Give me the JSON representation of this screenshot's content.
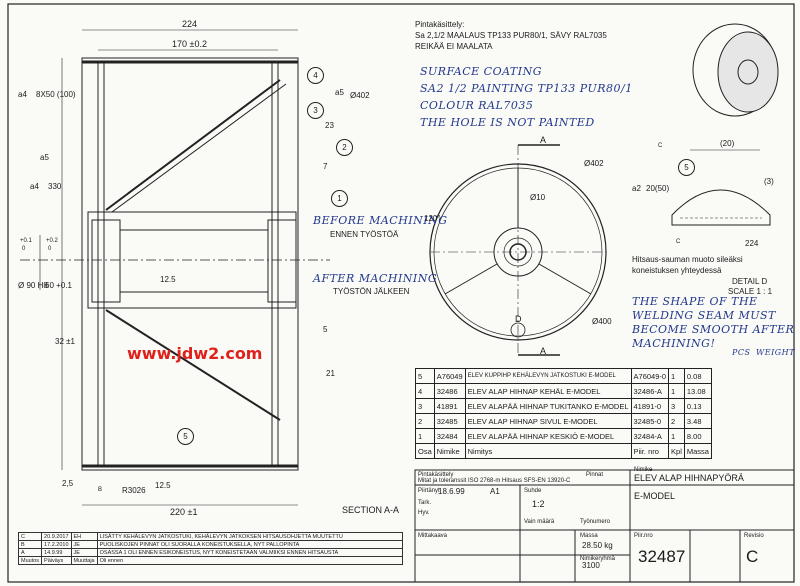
{
  "dimensions": {
    "d224": "224",
    "d170": "170 ±0.2",
    "d23": "23",
    "d7": "7",
    "d5": "5",
    "d21": "21",
    "d32": "32 ±1",
    "d220": "220 ±1",
    "d25": "2,5",
    "d330": "330",
    "d402": "Ø402",
    "d90": "Ø 90 H8",
    "d60": "60 +0.1",
    "d8x50": "8X50 (100)",
    "weld_a4": "a4",
    "weld_a5_top": "a5",
    "weld_a5_left": "a5",
    "weld_a4_left": "a4",
    "tol_plus": "+0.1",
    "tol_zero": "0",
    "tol_plus2": "+0.2",
    "zero2": "0",
    "r125": "12.5",
    "r125b": "12.5",
    "r3026": "R3026"
  },
  "notes": {
    "pinta_title": "Pintakäsittely:",
    "pinta_line1": "Sa 2,1/2 MAALAUS TP133 PUR80/1, SÄVY RAL7035",
    "pinta_line2": "REIKÄÄ EI MAALATA",
    "hand1": "SURFACE COATING",
    "hand2": "SA2 1/2 PAINTING TP133 PUR80/1",
    "hand3": "COLOUR RAL7035",
    "hand4": "THE HOLE IS NOT PAINTED",
    "before_en": "BEFORE MACHINING",
    "before_fi": "ENNEN TYÖSTÖÄ",
    "after_en": "AFTER MACHINING",
    "after_fi": "TYÖSTÖN JÄLKEEN",
    "weld_fi1": "Hitsaus-sauman muoto sileäksi",
    "weld_fi2": "koneistuksen yhteydessä",
    "weld_en1": "THE SHAPE OF THE",
    "weld_en2": "WELDING SEAM MUST",
    "weld_en3": "BECOME SMOOTH AFTER",
    "weld_en4": "MACHINING!",
    "pcs": "PCS",
    "weight": "WEIGHT",
    "section": "SECTION A-A",
    "detail": "DETAIL D",
    "scale": "SCALE 1 : 1",
    "detail_dim20": "(20)",
    "detail_a2": "a2",
    "detail_2050": "20(50)",
    "detail_224": "224",
    "detail_3": "(3)",
    "end_d402": "Ø402",
    "end_d10": "Ø10",
    "end_d400": "Ø400",
    "end_120": "120°",
    "label_a1": "A",
    "label_a2": "A",
    "label_d": "D",
    "label_b": "B",
    "label_c1": "C",
    "label_c2": "C"
  },
  "watermark": "www.jdw2.com",
  "balloons": [
    "1",
    "2",
    "3",
    "4",
    "5",
    "5"
  ],
  "bom": {
    "rows": [
      {
        "pos": "5",
        "code": "A76049",
        "name": "ELEV KUPPIHP KEHÄLEVYN JATKOSTUKI E-MODEL",
        "dwg": "A76049-0",
        "qty": "1",
        "mass": "0.08"
      },
      {
        "pos": "4",
        "code": "32486",
        "name": "ELEV ALAP HIHNAP KEHÄL E-MODEL",
        "dwg": "32486-A",
        "qty": "1",
        "mass": "13.08"
      },
      {
        "pos": "3",
        "code": "41891",
        "name": "ELEV ALAPÄÄ HIHNAP TUKITANKO E-MODEL",
        "dwg": "41891-0",
        "qty": "3",
        "mass": "0.13"
      },
      {
        "pos": "2",
        "code": "32485",
        "name": "ELEV ALAP HIHNAP SIVUL E-MODEL",
        "dwg": "32485-0",
        "qty": "2",
        "mass": "3.48"
      },
      {
        "pos": "1",
        "code": "32484",
        "name": "ELEV ALAPÄÄ HIHNAP KESKIÖ E-MODEL",
        "dwg": "32484-A",
        "qty": "1",
        "mass": "8.00"
      }
    ],
    "header": {
      "pos": "Osa",
      "code": "Nimike",
      "name": "Nimitys",
      "dwg": "Piir. nro",
      "qty": "Kpl",
      "mass": "Massa"
    }
  },
  "title_block": {
    "title1": "ELEV ALAP HIHNAPYÖRÄ",
    "title2": "E-MODEL",
    "date": "18.6.99",
    "size": "A1",
    "scale": "1:2",
    "mass": "28.50 kg",
    "code": "3100",
    "drawing_no": "32487",
    "revision": "C",
    "small1": "Pintakäsittely",
    "small2": "Piirtänyt",
    "small3": "Tark.",
    "small4": "Hyv.",
    "small5": "Nimike",
    "small6": "Massa",
    "small7": "Piir.nro",
    "small8": "Revisio",
    "small9": "Mitat ja toleranssit ISO 2768-m Hitsaus SFS-EN 13920-C",
    "small10": "Pinnat",
    "small11": "Mittakaava",
    "small12": "Suhde",
    "small13": "Vain määrä",
    "small14": "Työnumero",
    "small15": "Nimikeryhmä"
  },
  "revisions": [
    {
      "rev": "C",
      "date": "20.9.2017",
      "by": "EH",
      "text": "LISÄTTY KEHÄLEVYN JATKOSTUKI, KEHÄLEVYN JATKOKSEN HITSAUSOHJETTA MUUTETTU"
    },
    {
      "rev": "B",
      "date": "17.2.2010",
      "by": "JE",
      "text": "PUOLISKOJEN PINNAT OLI SUORALLA KONEISTUKSELLA, NYT PALLOPINTA"
    },
    {
      "rev": "A",
      "date": "14.9.99",
      "by": "JE",
      "text": "OSASSA 1 OLI ENNEN ESIKONEISTUS, NYT KONEISTETAAN VALMIIKSI ENNEN HITSAUSTA"
    },
    {
      "rev": "Muutos",
      "date": "Päiväys",
      "by": "Muuttaja",
      "text": "Oli ennen"
    }
  ],
  "colors": {
    "ink": "#1b1b1b",
    "hand": "#243a8c",
    "watermark": "#e0201a",
    "paper": "#fafaf7"
  }
}
